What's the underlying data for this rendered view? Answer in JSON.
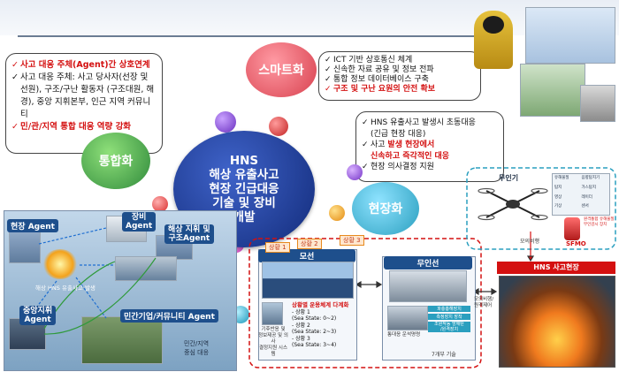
{
  "center_title": [
    "HNS",
    "해상 유출사고",
    "현장 긴급대응",
    "기술 및 장비",
    "개발"
  ],
  "nodes": {
    "integration": "통합화",
    "smart": "스마트화",
    "field": "현장화"
  },
  "panel_left": {
    "items": [
      {
        "text": "사고 대응 주체(Agent)간 상호연계",
        "red": true
      },
      {
        "text": "사고 대응 주체: 사고 당사자(선장 및 선원), 구조/구난 활동자 (구조대원, 해경), 중앙 지휘본부, 인근 지역 커뮤니티",
        "red": false
      },
      {
        "text": "민/관/지역 통합 대응 역량 강화",
        "red": true,
        "mixed": "통합 대응 역량 강화"
      }
    ]
  },
  "panel_top": {
    "items": [
      {
        "text": "ICT 기반 상호통신 체계",
        "red": false
      },
      {
        "text": "신속한 자료 공유 및 정보 전파",
        "red": false
      },
      {
        "text": "통합 정보 데이터베이스 구축",
        "red": false
      },
      {
        "text": "구조 및 구난 요원의 안전 확보",
        "red": true
      }
    ]
  },
  "panel_field": {
    "line1": "HNS 유출사고 발생시 초동대응",
    "line2": "(긴급 현장 대응)",
    "line3a": "사고 ",
    "line3b": "발생 현장에서",
    "line4": "신속하고 즉각적인 대응",
    "line5": "현장 의사결정 지원"
  },
  "left_diagram": {
    "field_agent": "현장 Agent",
    "equip_agent": [
      "장비",
      "Agent"
    ],
    "maritime_agent": [
      "해상 지휘 및",
      "구조Agent"
    ],
    "central": [
      "중앙지휘",
      "Agent"
    ],
    "private_agent": "민간기업/커뮤니티 Agent",
    "accident_caption": "해상 HNS 유출사고 발생",
    "private_caption": [
      "민간/지역",
      "중심 대응"
    ]
  },
  "right_diagram": {
    "drone": "무인기",
    "sfmo": "SFMO",
    "hns_site": "HNS 사고현장",
    "situation1": "상황 1",
    "situation2": "상황 2",
    "situation3": "상황 3",
    "mothership": "모선",
    "usv": "무인선",
    "mode_title": "상황별 운용체계 다계화",
    "modes": [
      "- 상황 1",
      "(Sea State: 0~2)",
      "- 상황 2",
      "(Sea State: 2~3)",
      "- 상황 3",
      "(Sea State: 3~4)"
    ],
    "left_caption": [
      "기후반응 및",
      "정보제공 및 의사",
      "결정지원 시스템"
    ],
    "usv_caption": "통대응 운석명령",
    "usv_buttons": [
      "파충흥해장치",
      "측정장치 장착",
      "조원작동 방해탄",
      "/원격장치"
    ],
    "tech_caption": "7개부 기술",
    "drone_caption": "모의비행",
    "link_caption": [
      "모의비행/",
      "원격제어"
    ],
    "drone_panel": [
      "유해물질",
      "탐지",
      "영상",
      "음향탐지기",
      "가스탐지",
      "레이더",
      "기상",
      "센서"
    ],
    "sfmo_caption": [
      "원격통합 유해물질",
      "무인감시 장치"
    ]
  },
  "colors": {
    "navy": "#1f3f86",
    "teal": "#2a9fbf",
    "green": "#2f8a3b",
    "red": "#d41010",
    "pink": "#e0505a"
  }
}
